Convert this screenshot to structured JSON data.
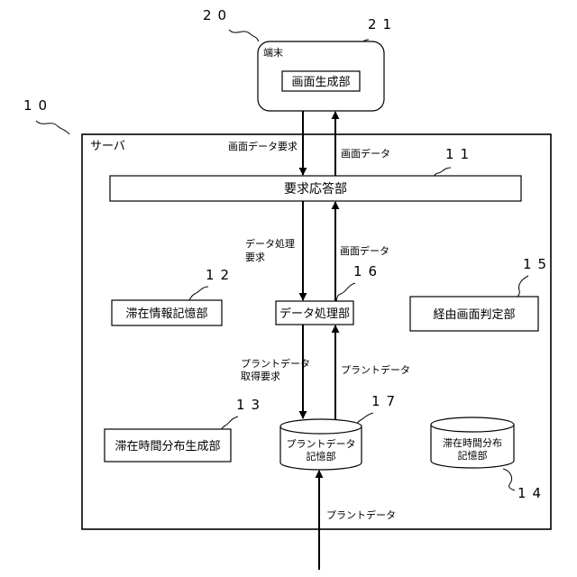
{
  "terminal": {
    "ref": "20",
    "title": "端末",
    "screen_gen": {
      "ref": "21",
      "label": "画面生成部"
    }
  },
  "server": {
    "ref": "10",
    "title": "サーバ",
    "request_response": {
      "ref": "11",
      "label": "要求応答部"
    },
    "stay_info_storage": {
      "ref": "12",
      "label": "滞在情報記憶部"
    },
    "stay_time_dist_gen": {
      "ref": "13",
      "label": "滞在時間分布生成部"
    },
    "stay_time_dist_storage": {
      "ref": "14",
      "label_line1": "滞在時間分布",
      "label_line2": "記憶部"
    },
    "route_screen_judge": {
      "ref": "15",
      "label": "経由画面判定部"
    },
    "data_processing": {
      "ref": "16",
      "label": "データ処理部"
    },
    "plant_data_storage": {
      "ref": "17",
      "label_line1": "プラントデータ",
      "label_line2": "記憶部"
    }
  },
  "arrows": {
    "screen_data_request": "画面データ要求",
    "screen_data_up1": "画面データ",
    "data_proc_request_line1": "データ処理",
    "data_proc_request_line2": "要求",
    "screen_data_up2": "画面データ",
    "plant_data_get_line1": "プラントデータ",
    "plant_data_get_line2": "取得要求",
    "plant_data_up": "プラントデータ",
    "plant_data_in": "プラントデータ"
  }
}
